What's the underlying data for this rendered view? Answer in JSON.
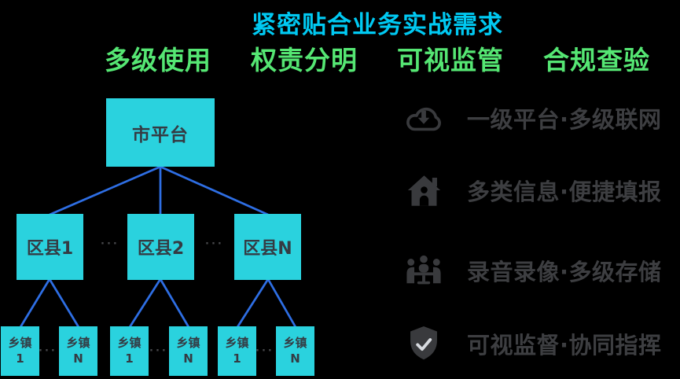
{
  "header": {
    "title": "紧密贴合业务实战需求",
    "subtitle_items": [
      "多级使用",
      "权责分明",
      "可视监管",
      "合规查验"
    ]
  },
  "org_chart": {
    "root": {
      "label": "市平台"
    },
    "districts": [
      {
        "label": "区县1"
      },
      {
        "label": "区县2"
      },
      {
        "label": "区县N"
      }
    ],
    "townships": [
      {
        "label": "乡镇",
        "num": "1"
      },
      {
        "label": "乡镇",
        "num": "N"
      },
      {
        "label": "乡镇",
        "num": "1"
      },
      {
        "label": "乡镇",
        "num": "N"
      },
      {
        "label": "乡镇",
        "num": "1"
      },
      {
        "label": "乡镇",
        "num": "N"
      }
    ],
    "ellipsis": "···"
  },
  "features": [
    {
      "icon": "cloud-download-icon",
      "label": "一级平台·多级联网"
    },
    {
      "icon": "home-icon",
      "label": "多类信息·便捷填报"
    },
    {
      "icon": "meeting-icon",
      "label": "录音录像·多级存储"
    },
    {
      "icon": "shield-check-icon",
      "label": "可视监督·协同指挥"
    }
  ],
  "colors": {
    "background": "#000000",
    "title": "#00c9f2",
    "subtitle": "#55e673",
    "node_fill": "#2ad2de",
    "node_text": "#343b43",
    "connector": "#2e6ee3",
    "feature_text": "#3d3e41",
    "icon": "#393a3d",
    "ellipsis": "#47484b"
  }
}
